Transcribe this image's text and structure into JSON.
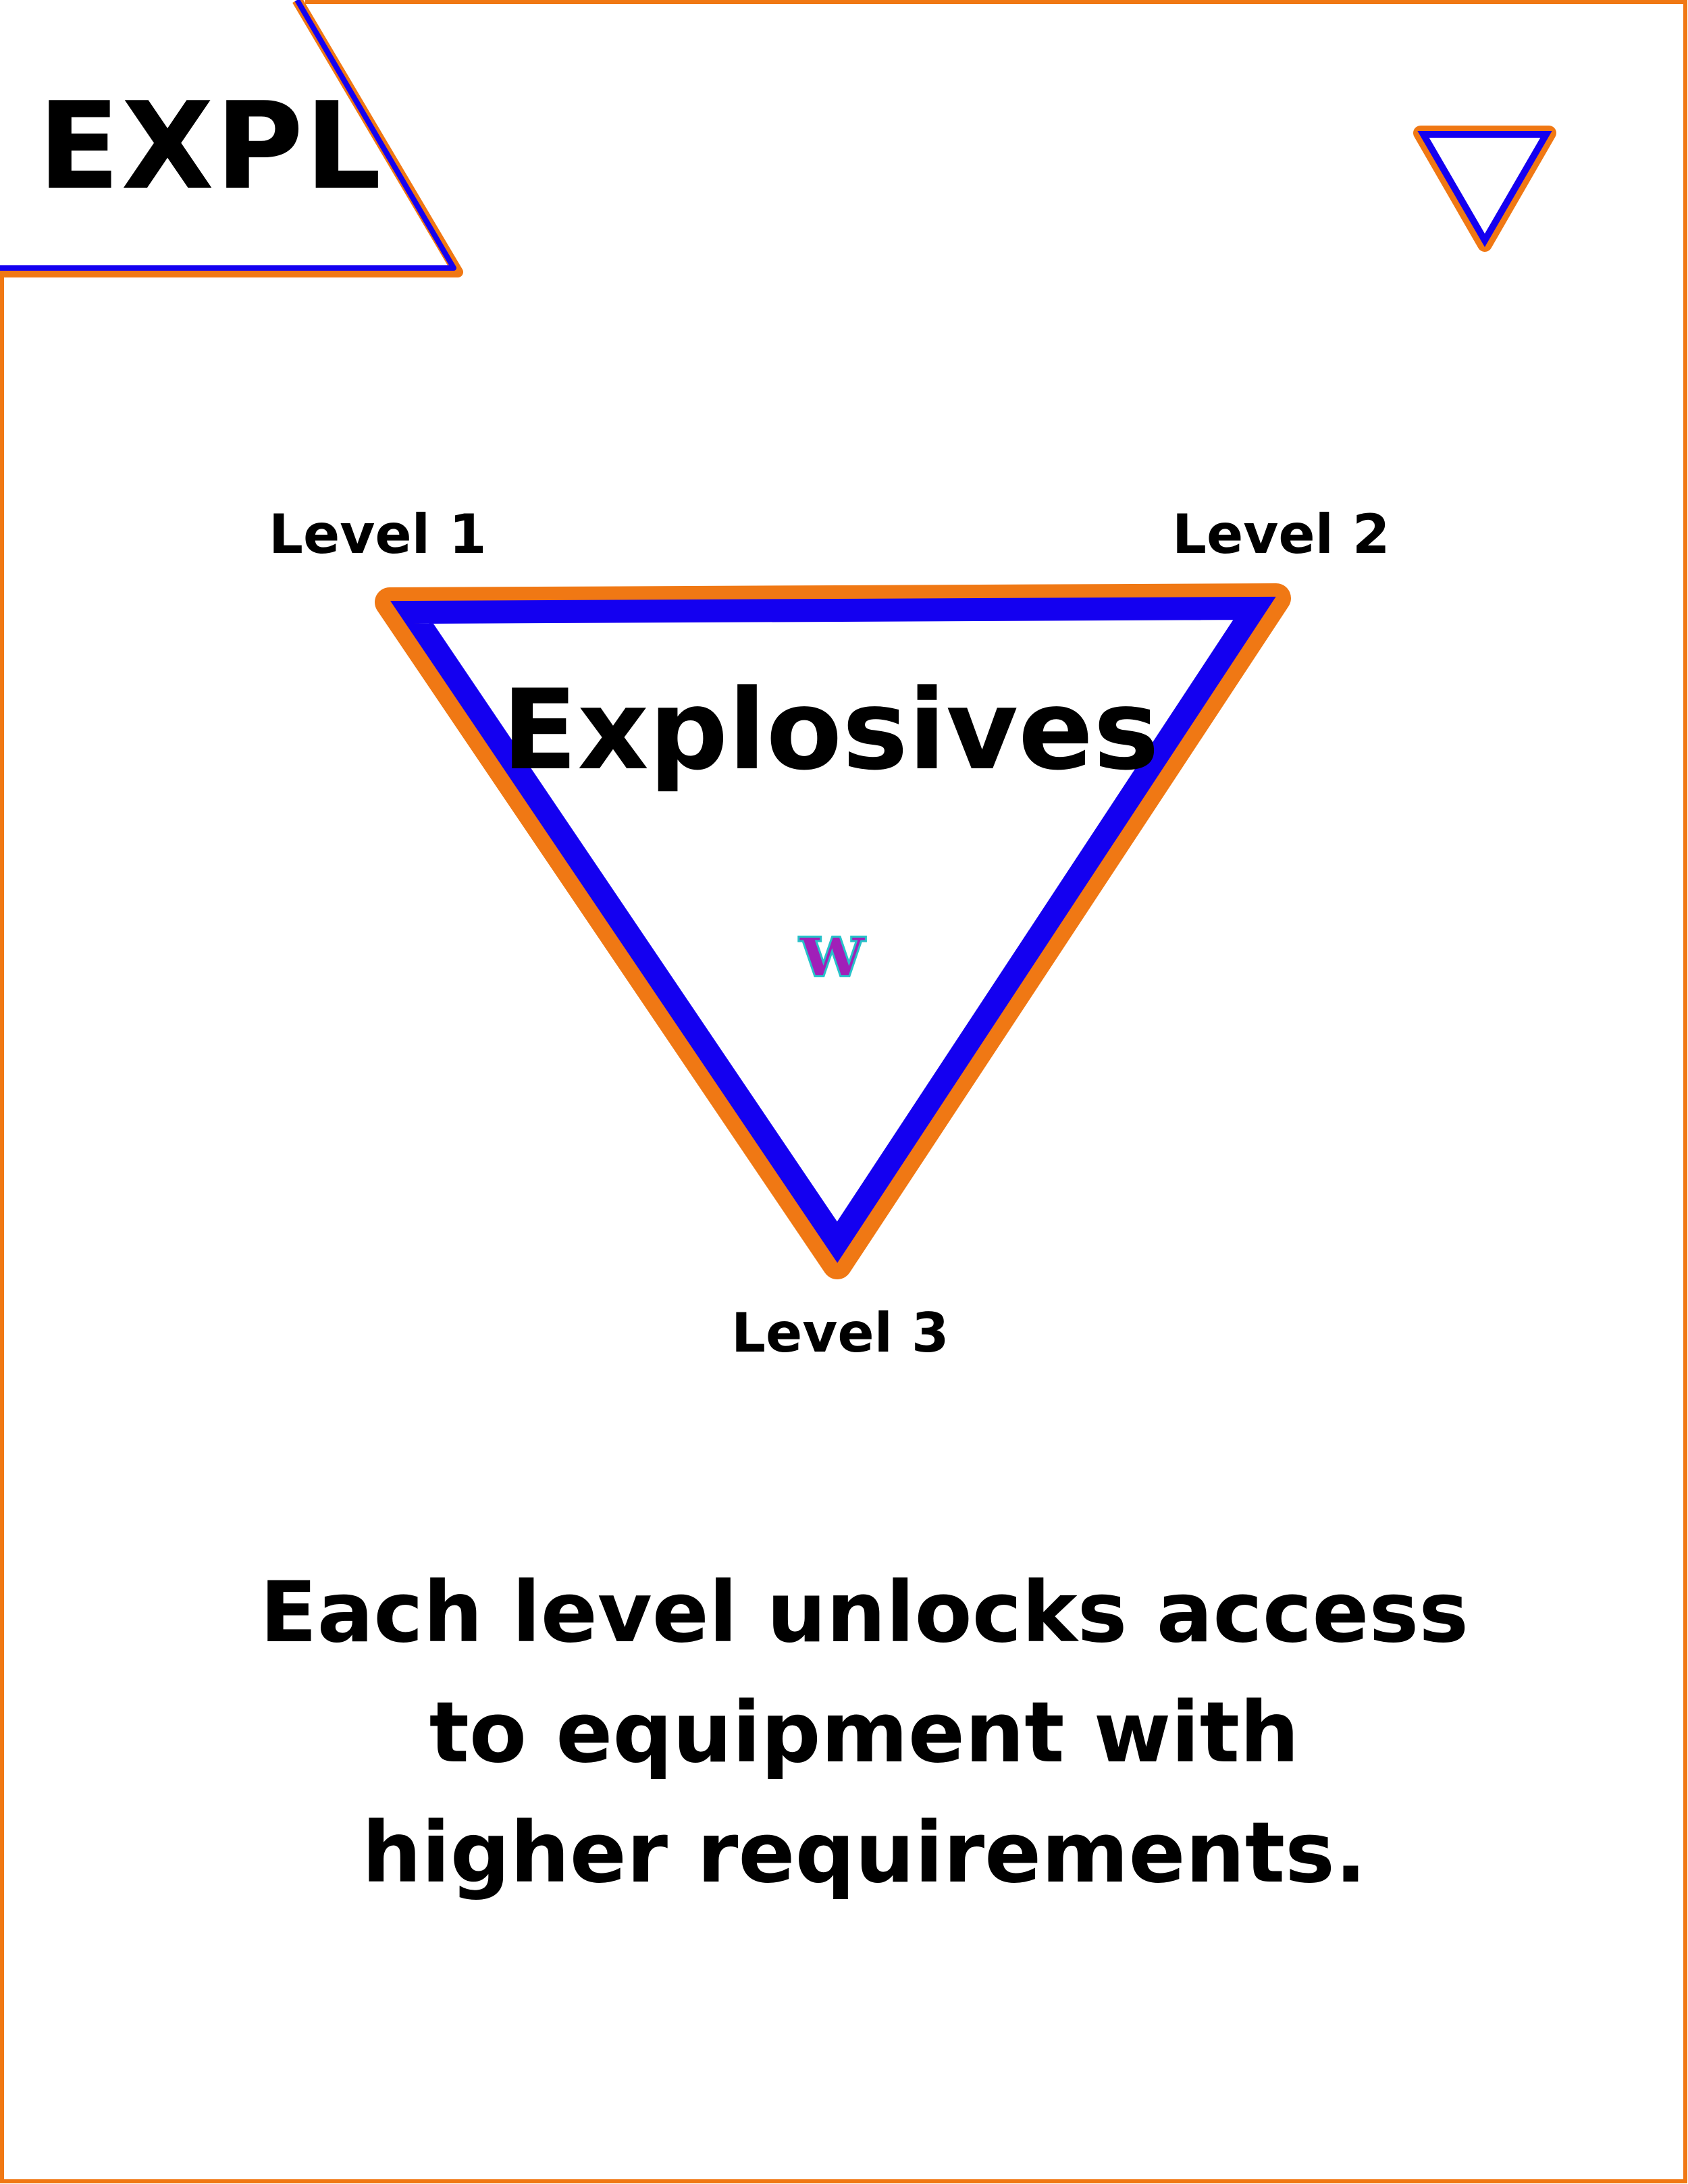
{
  "card": {
    "corner_code": "EXPL",
    "class_name": "Explosives",
    "class_glyph": "w",
    "levels": [
      "Level 1",
      "Level 2",
      "Level 3"
    ],
    "description_lines": [
      "Each level unlocks access",
      "to equipment with",
      "higher requirements."
    ]
  },
  "icons": {
    "corner_emblem": "inverted-triangle-icon",
    "main_emblem": "inverted-triangle-icon"
  },
  "colors": {
    "accent_blue": "#1400f0",
    "accent_orange": "#f07814",
    "text": "#000000",
    "glyph_fill": "#a01fb8",
    "glyph_outline": "#27c2c9"
  }
}
